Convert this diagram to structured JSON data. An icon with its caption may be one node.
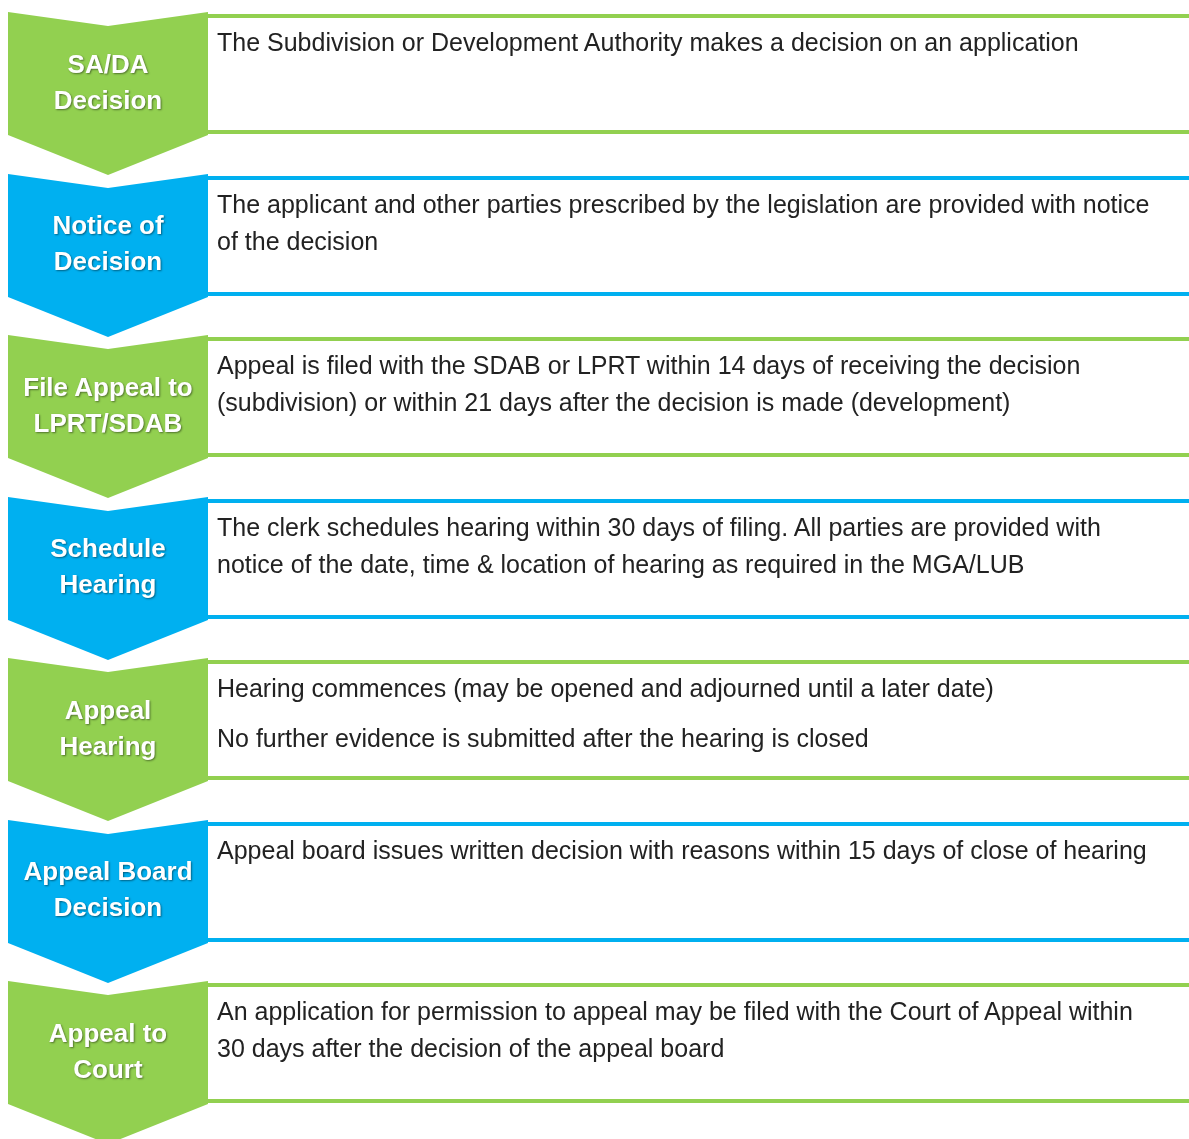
{
  "diagram": {
    "nodes": [
      {
        "text": [
          "SA/DA Decision"
        ]
      },
      {
        "text": [
          "The Subdivision or Development Authority makes a decision on an application"
        ]
      },
      {
        "text": [
          "Notice of Decision"
        ]
      },
      {
        "text": [
          "The applicant and other parties prescribed by the legislation are provided with notice of the decision"
        ]
      },
      {
        "text": [
          "File Appeal to LPRT/SDAB"
        ]
      },
      {
        "text": [
          "Appeal is filed with the SDAB or LPRT within 14 days of receiving the decision (subdivision) or within 21 days after the decision is made (development)"
        ]
      },
      {
        "text": [
          "Schedule Hearing"
        ]
      },
      {
        "text": [
          "The clerk schedules hearing within 30 days of filing. All parties are provided with notice of the date, time & location of hearing as required in the MGA/LUB"
        ]
      },
      {
        "text": [
          "Appeal Hearing"
        ]
      },
      {
        "text": [
          "Hearing commences (may be opened and adjourned until a later date)",
          "No further evidence is submitted after the hearing is closed"
        ]
      },
      {
        "text": [
          "Appeal Board Decision"
        ]
      },
      {
        "text": [
          "Appeal board issues written decision with reasons within 15 days of close of hearing"
        ]
      },
      {
        "text": [
          "Appeal to Court"
        ]
      },
      {
        "text": [
          "An application for permission to appeal may be filed with the Court of Appeal within 30 days after the decision of the appeal board"
        ]
      }
    ]
  }
}
